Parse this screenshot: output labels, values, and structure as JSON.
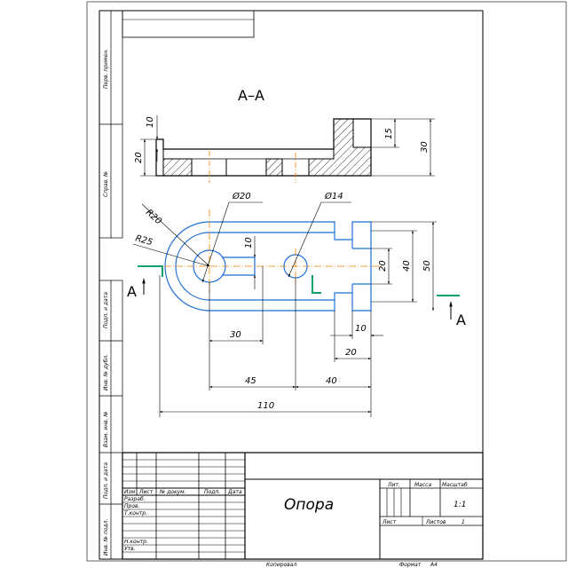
{
  "section_title": "A–A",
  "section_markers": {
    "left": "A",
    "right": "A"
  },
  "dimensions": {
    "sec_h10": "10",
    "sec_h20": "20",
    "sec_h15": "15",
    "sec_h30": "30",
    "dia20": "Ø20",
    "dia14": "Ø14",
    "r20": "R20",
    "r25": "R25",
    "slot10": "10",
    "v20": "20",
    "v40": "40",
    "v50": "50",
    "h30": "30",
    "h10": "10",
    "h20": "20",
    "h45": "45",
    "h40": "40",
    "h110": "110"
  },
  "side_stamps": {
    "perv_primen": "Перв. примен.",
    "sprav_no": "Справ. №",
    "podp_data_1": "Подп. и дата",
    "inv_dubl": "Инв. № дубл.",
    "vzam_inv": "Взам. инв. №",
    "podp_data_2": "Подп. и дата",
    "inv_podl": "Инв. № подл."
  },
  "title_block": {
    "part_name": "Опора",
    "col_izm": "Изм",
    "col_list": "Лист",
    "col_docno": "№ докум.",
    "col_podp": "Подп.",
    "col_data": "Дата",
    "row_razrab": "Разраб.",
    "row_prov": "Пров.",
    "row_tkontr": "Т.контр.",
    "row_nkontr": "Н.контр.",
    "row_utv": "Утв.",
    "lit_label": "Лит.",
    "massa_label": "Масса",
    "masshtab_label": "Масштаб",
    "masshtab_value": "1:1",
    "list_label": "Лист",
    "listov_label": "Листов",
    "listov_value": "1"
  },
  "footer": {
    "kopiroval": "Копировал",
    "format_label": "Формат",
    "format_value": "A4"
  },
  "colors": {
    "line": "#000000",
    "accent": "#1e6fd9",
    "axis": "#f08000",
    "cut": "#0aa06a"
  }
}
